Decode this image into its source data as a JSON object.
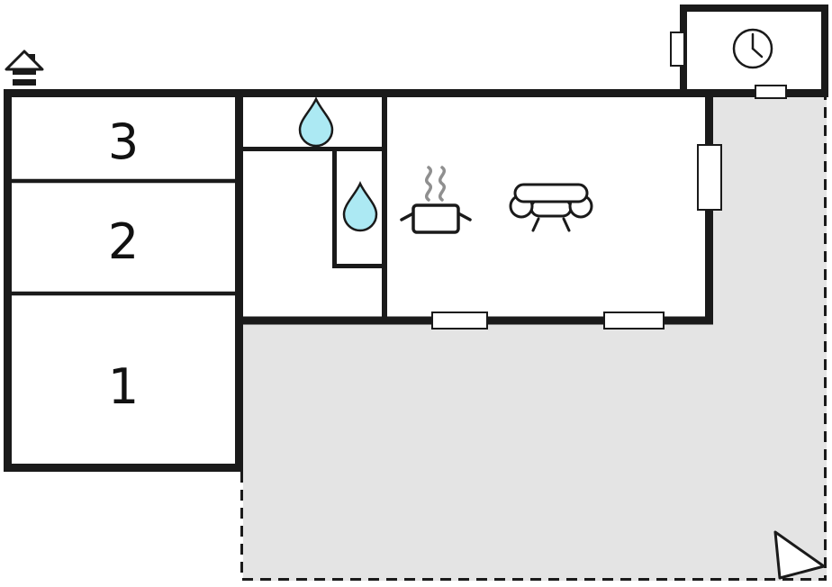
{
  "document": {
    "type": "floor-plan",
    "description": "holiday home floor plan with numbered rooms and terrace"
  },
  "rooms": [
    {
      "number": "3"
    },
    {
      "number": "2"
    },
    {
      "number": "1"
    }
  ],
  "icons": {
    "top_left": "house-icon",
    "upper_right_room": "clock-icon",
    "bathroom_top": "water-drop-icon",
    "bathroom_inner": "water-drop-icon",
    "kitchen": "steam-pot-icon",
    "living_room": "sofa-icon",
    "terrace_corner": "north-arrow-icon"
  },
  "colors": {
    "wall": "#1a1a1a",
    "terrace_fill": "#e4e4e4",
    "water_drop_fill": "#ace9f3",
    "steam": "#8f8f8f",
    "background": "#ffffff"
  }
}
